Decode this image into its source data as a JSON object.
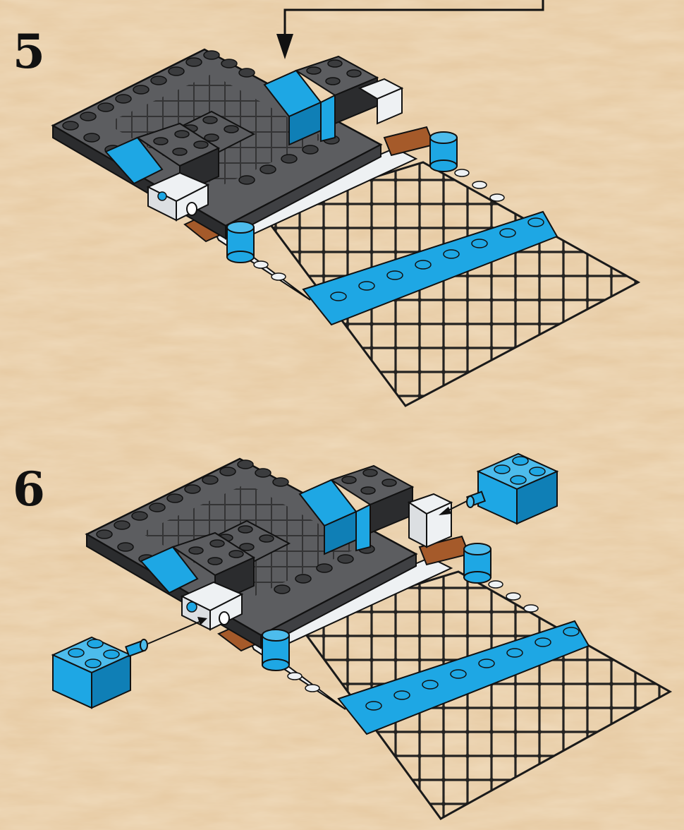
{
  "steps": [
    {
      "number": "5",
      "label": "step-5"
    },
    {
      "number": "6",
      "label": "step-6"
    }
  ],
  "colors": {
    "background": "#e6c9a1",
    "plate_dark": "#4a4b4d",
    "plate_top": "#5c5d60",
    "stud_dark": "#3b3c3e",
    "blue": "#1ea7e4",
    "blue_dark": "#0f7fb6",
    "brown": "#a55a2a",
    "white": "#eef1f3",
    "net": "#1a1a1a",
    "outline": "#111111"
  },
  "icons": {
    "pointer": "down-arrow-icon",
    "insert": "insert-arrow-icon"
  }
}
